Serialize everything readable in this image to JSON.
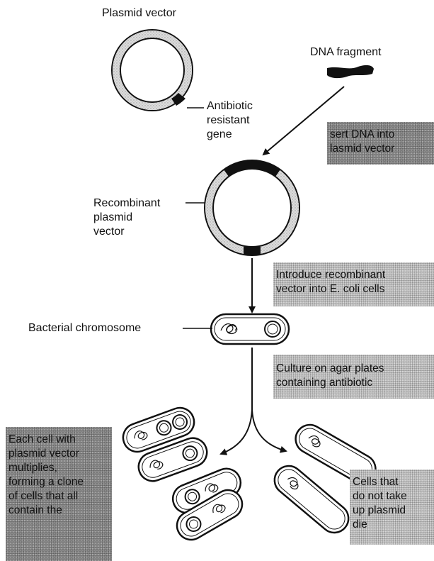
{
  "labels": {
    "plasmid_vector": "Plasmid vector",
    "dna_fragment": "DNA fragment",
    "antibiotic_gene": "Antibiotic\nresistant\ngene",
    "recombinant": "Recombinant\nplasmid\nvector",
    "bacterial_chromosome": "Bacterial chromosome"
  },
  "steps": {
    "insert": "sert DNA into\nlasmid vector",
    "introduce": "Introduce recombinant\nvector into E. coli cells",
    "culture": "Culture on agar plates\ncontaining antibiotic",
    "clone": "Each cell with\nplasmid vector\nmultiplies,\nforming a clone\nof cells that all\ncontain the",
    "die": "Cells that\ndo not take\nup plasmid\ndie"
  },
  "colors": {
    "ring_fill": "#d6d6d6",
    "gene_band": "#111111",
    "box_shade": "#c8c8c8"
  }
}
